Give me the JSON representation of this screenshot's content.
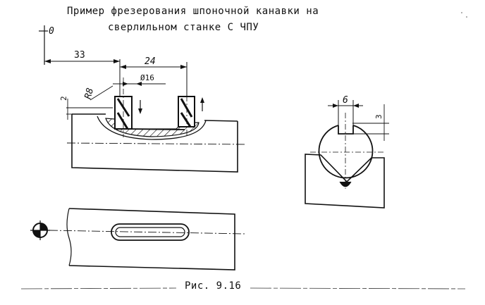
{
  "title": {
    "line1": "Пример фрезерования шпоночной  канавки  на",
    "line2": "сверлильном станке С ЧПУ"
  },
  "dimensions": {
    "origin": "0",
    "offset_x": "33",
    "slot_length": "24",
    "cutter_diameter": "Ø16",
    "depth_left": "2",
    "radius": "R8",
    "slot_width": "6",
    "slot_depth": "3"
  },
  "caption": "Рис. 9.16"
}
